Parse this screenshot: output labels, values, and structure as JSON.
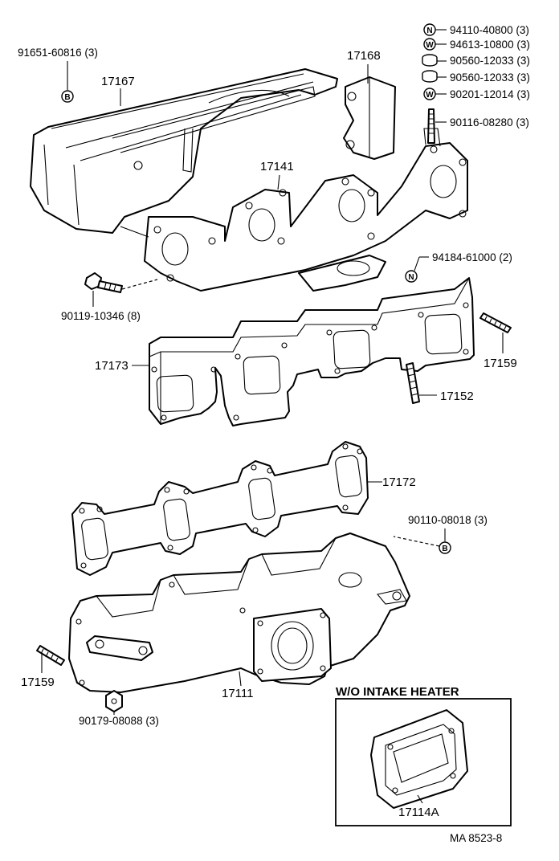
{
  "labels": {
    "l_91651": "91651-60816 (3)",
    "l_17167": "17167",
    "l_17168": "17168",
    "l_94110": "94110-40800 (3)",
    "l_94613": "94613-10800 (3)",
    "l_90560a": "90560-12033 (3)",
    "l_90560b": "90560-12033 (3)",
    "l_90201": "90201-12014 (3)",
    "l_90116": "90116-08280 (3)",
    "l_17141": "17141",
    "l_94184": "94184-61000 (2)",
    "l_90119": "90119-10346 (8)",
    "l_17173": "17173",
    "l_17159a": "17159",
    "l_17152": "17152",
    "l_17172": "17172",
    "l_90110": "90110-08018 (3)",
    "l_17159b": "17159",
    "l_17111": "17111",
    "l_90179": "90179-08088 (3)",
    "l_17114a": "17114A",
    "l_ma": "MA 8523-8"
  },
  "symbols": {
    "n": "N",
    "w": "W",
    "b": "B"
  },
  "inset_title": "W/O INTAKE HEATER"
}
